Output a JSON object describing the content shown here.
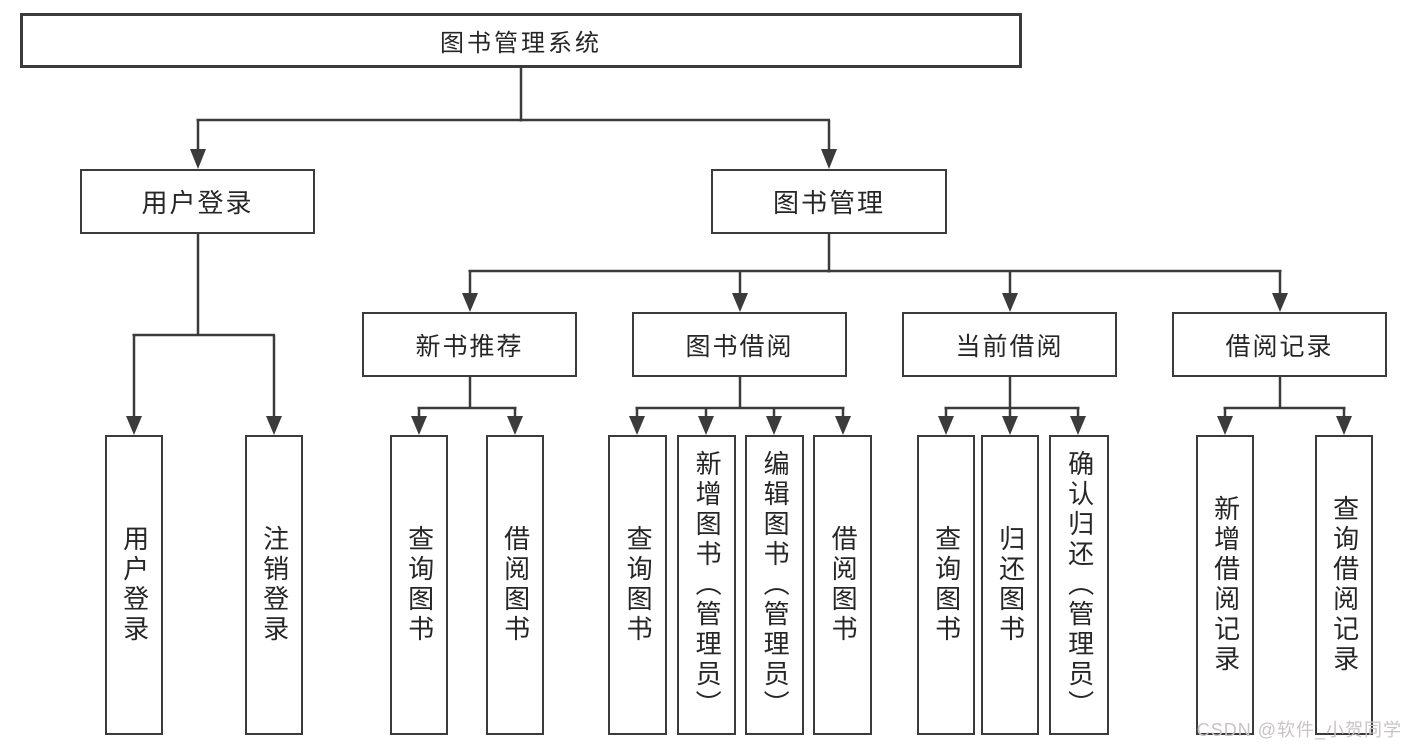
{
  "diagram": {
    "root": "图书管理系统",
    "branches": [
      {
        "label": "用户登录",
        "children": [
          "用户登录",
          "注销登录"
        ]
      },
      {
        "label": "图书管理",
        "groups": [
          {
            "label": "新书推荐",
            "children": [
              "查询图书",
              "借阅图书"
            ]
          },
          {
            "label": "图书借阅",
            "children": [
              "查询图书",
              "新增图书（管理员）",
              "编辑图书（管理员）",
              "借阅图书"
            ]
          },
          {
            "label": "当前借阅",
            "children": [
              "查询图书",
              "归还图书",
              "确认归还（管理员）"
            ]
          },
          {
            "label": "借阅记录",
            "children": [
              "新增借阅记录",
              "查询借阅记录"
            ]
          }
        ]
      }
    ]
  },
  "watermark": "CSDN @软件_小贺同学",
  "colors": {
    "line": "#3b3b3b",
    "text": "#262626",
    "watermark": "#c9c4c4",
    "background": "#ffffff"
  }
}
